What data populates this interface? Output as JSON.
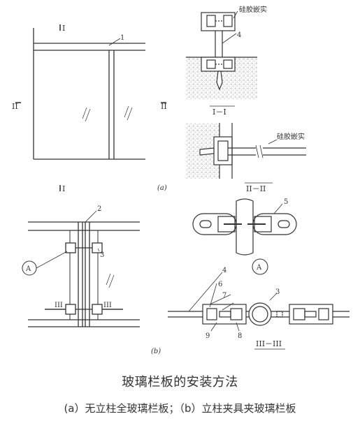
{
  "figure": {
    "title": "玻璃栏板的安装方法",
    "subtitle": "(a）无立柱全玻璃栏板；（b）立柱夹具夹玻璃栏板",
    "panel_labels": {
      "a": "(a)",
      "b": "(b)"
    },
    "section_labels": {
      "I_mark": "I",
      "II_mark": "II",
      "III_mark": "III",
      "I_I": "I－I",
      "II_II": "II－II",
      "III_III": "III－III",
      "detail_A": "A"
    },
    "annotations": {
      "silicone_top": "硅胶嵌实",
      "silicone_mid": "硅胶嵌实"
    },
    "numbers": [
      "1",
      "2",
      "3",
      "4",
      "5",
      "6",
      "7",
      "8",
      "9"
    ]
  }
}
